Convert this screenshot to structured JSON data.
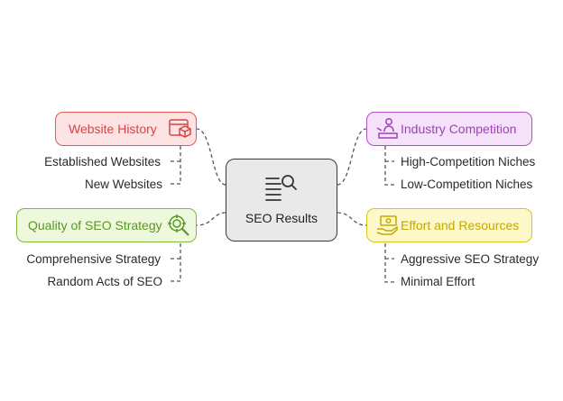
{
  "center": {
    "label": "SEO Results",
    "icon": "search-list-icon"
  },
  "branches": {
    "website_history": {
      "title": "Website History",
      "icon": "browser-box-icon",
      "color": "#e05a5a",
      "fill": "#fde3e3",
      "items": [
        "Established Websites",
        "New Websites"
      ]
    },
    "quality": {
      "title": "Quality of SEO Strategy",
      "icon": "target-magnifier-icon",
      "color": "#7fb83a",
      "fill": "#eef8dc",
      "items": [
        "Comprehensive Strategy",
        "Random Acts of SEO"
      ]
    },
    "industry": {
      "title": "Industry Competition",
      "icon": "person-podium-icon",
      "color": "#b04fc8",
      "fill": "#f5e2fa",
      "items": [
        "High-Competition Niches",
        "Low-Competition Niches"
      ]
    },
    "effort": {
      "title": "Effort and Resources",
      "icon": "money-hand-icon",
      "color": "#d9c21a",
      "fill": "#fcf8c9",
      "items": [
        "Aggressive SEO Strategy",
        "Minimal Effort"
      ]
    }
  }
}
